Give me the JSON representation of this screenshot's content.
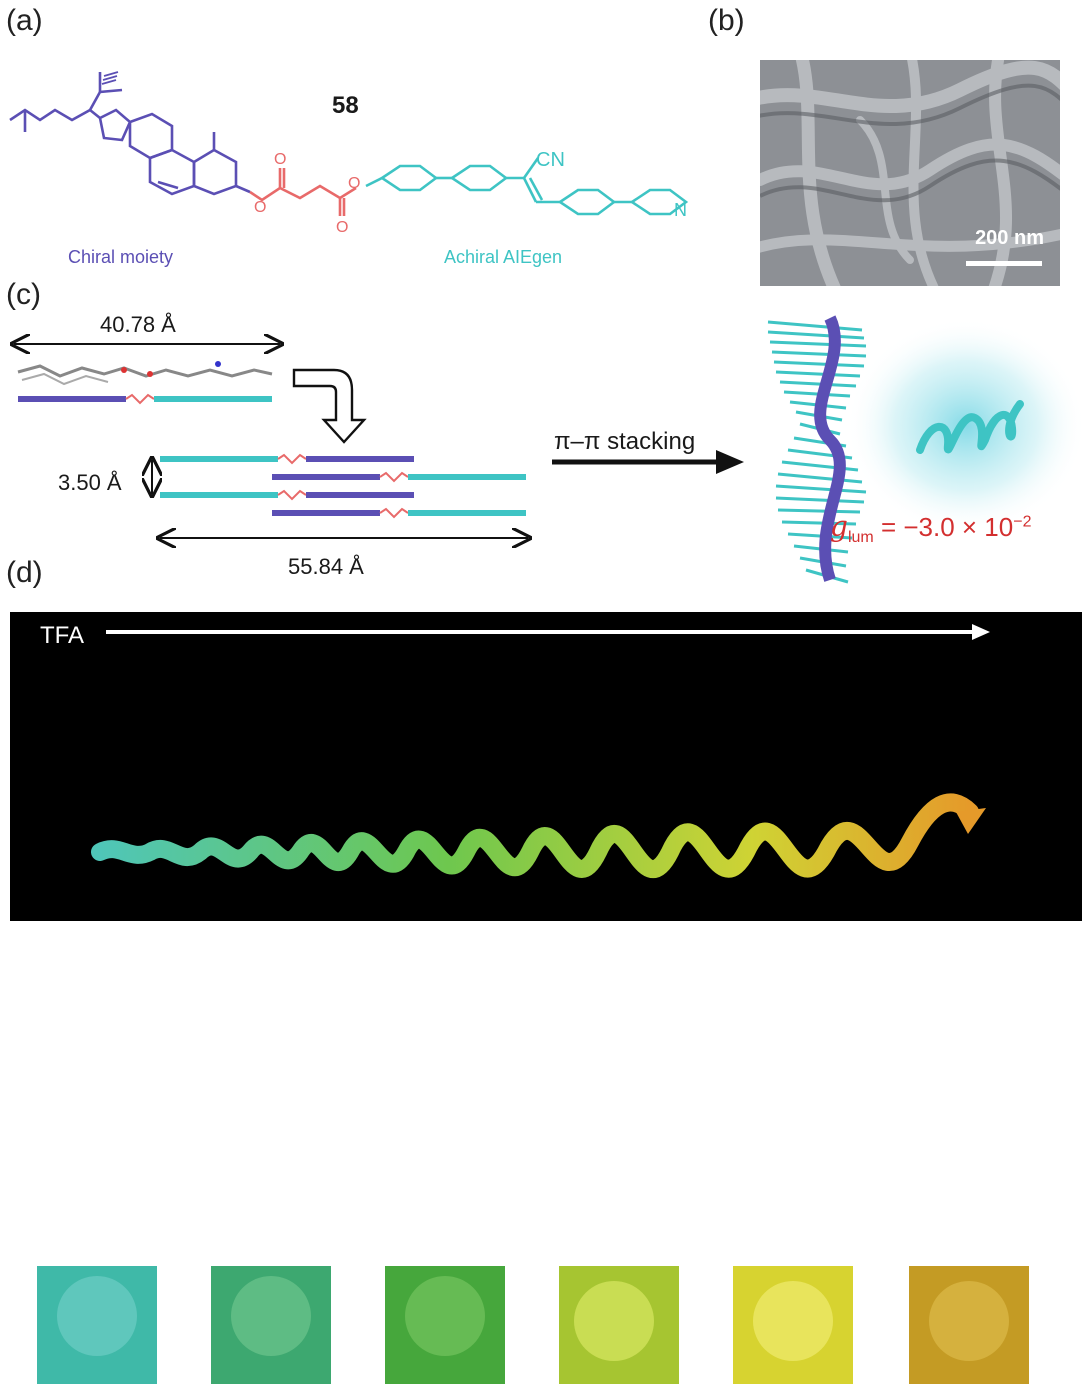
{
  "panels": {
    "a": "(a)",
    "b": "(b)",
    "c": "(c)",
    "d": "(d)"
  },
  "compound": {
    "number": "58",
    "cn_group": "CN",
    "nitrogen": "N",
    "oxygen": "O",
    "chiral_label": "Chiral moiety",
    "achiral_label": "Achiral AIEgen"
  },
  "sem": {
    "scale_label": "200 nm"
  },
  "packing": {
    "molecule_length": "40.78 Å",
    "layer_spacing": "3.50 Å",
    "stack_length": "55.84 Å",
    "stacking_text": "π–π stacking"
  },
  "glum": {
    "symbol": "g",
    "subscript": "lum",
    "value": " = −3.0 × 10",
    "exponent": "−2"
  },
  "tfa": {
    "label": "TFA",
    "sample_colors": [
      "#3fb9a8",
      "#3da870",
      "#46a73c",
      "#a6c531",
      "#d7d330",
      "#c49b24"
    ]
  },
  "colors": {
    "chiral": "#5b4fb4",
    "linker": "#e86a6a",
    "aiegen": "#3ec4c4",
    "glum": "#d32f2f"
  }
}
